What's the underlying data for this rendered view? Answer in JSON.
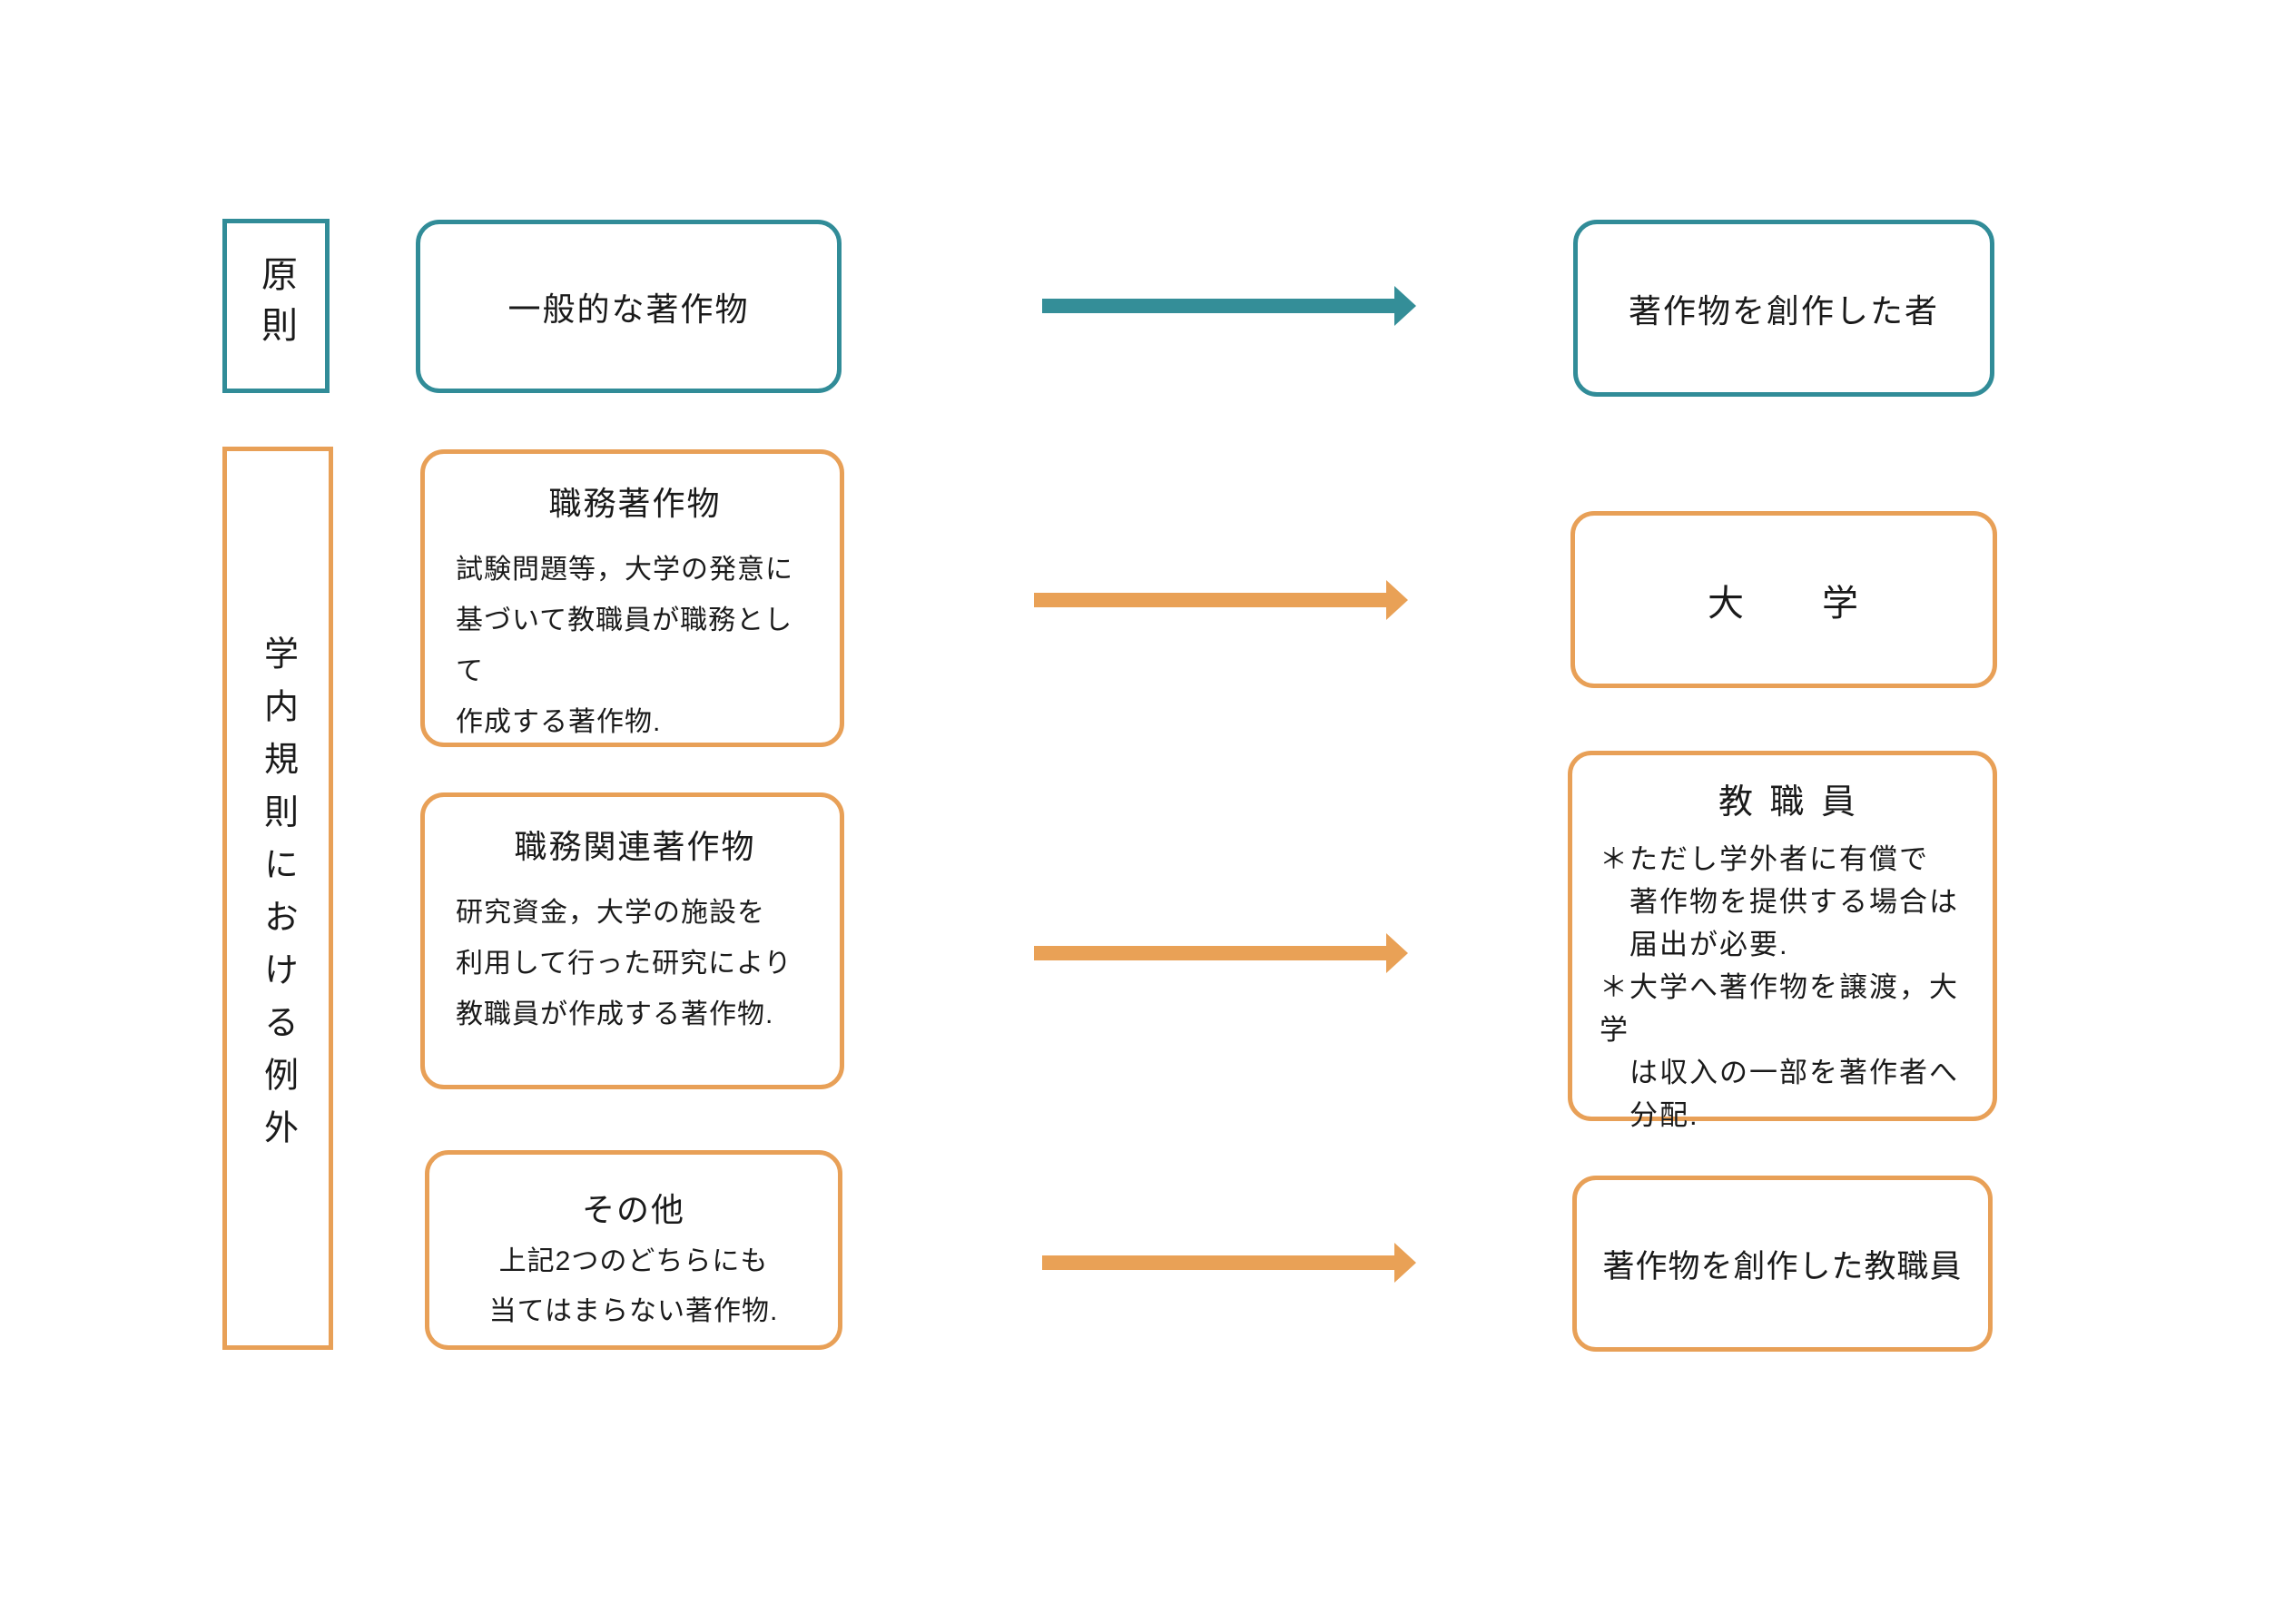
{
  "colors": {
    "teal_border": "#318C98",
    "teal_arrow": "#348E98",
    "orange_border": "#E8A057",
    "orange_arrow": "#E9A156",
    "text": "#1A1A1A",
    "background": "#FFFFFF"
  },
  "principle": {
    "row_label": "原則",
    "source": {
      "title": "一般的な著作物"
    },
    "target": {
      "title": "著作物を創作した者"
    }
  },
  "exceptions": {
    "column_label": "学内規則における例外",
    "rows": [
      {
        "source": {
          "title": "職務著作物",
          "body_lines": [
            "試験問題等，大学の発意に",
            "基づいて教職員が職務として",
            "作成する著作物."
          ]
        },
        "target": {
          "title": "大　　学"
        }
      },
      {
        "source": {
          "title": "職務関連著作物",
          "body_lines": [
            "研究資金，大学の施設を",
            "利用して行った研究により",
            "教職員が作成する著作物."
          ]
        },
        "target": {
          "title": "教 職 員",
          "notes_lines": [
            "＊ただし学外者に有償で",
            "　著作物を提供する場合は",
            "　届出が必要.",
            "＊大学へ著作物を譲渡，大学",
            "　は収入の一部を著作者へ",
            "　分配."
          ]
        }
      },
      {
        "source": {
          "title": "その他",
          "body_lines": [
            "上記2つのどちらにも",
            "当てはまらない著作物."
          ]
        },
        "target": {
          "title": "著作物を創作した教職員"
        }
      }
    ]
  }
}
